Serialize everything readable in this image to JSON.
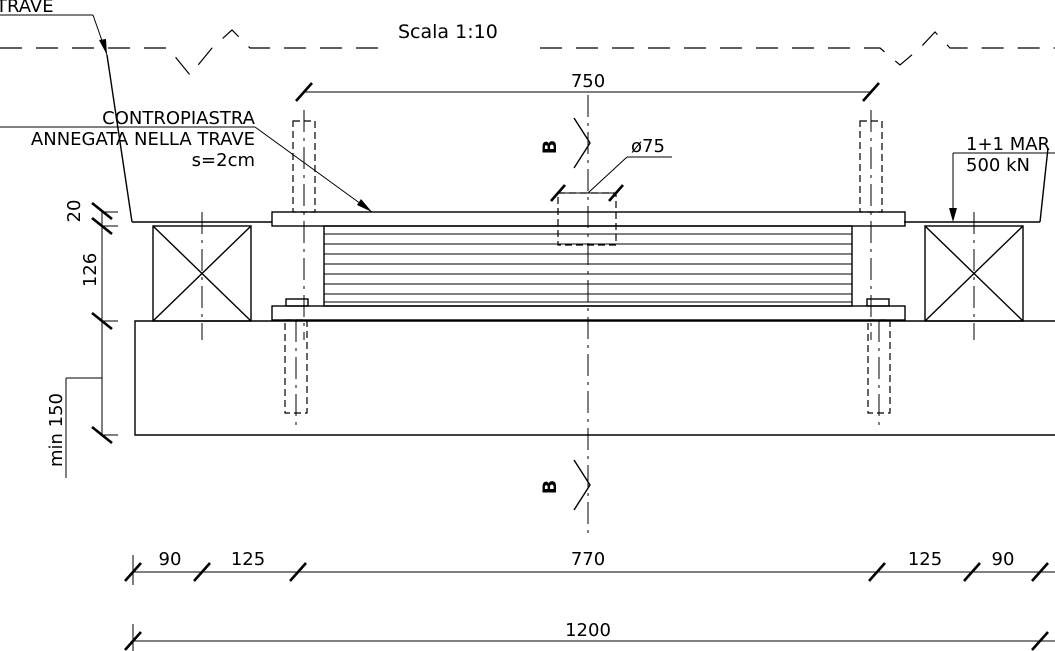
{
  "title": "Scala 1:10",
  "labels": {
    "trave": "TRAVE",
    "contropiastra_line1": "CONTROPIASTRA",
    "contropiastra_line2": "ANNEGATA NELLA TRAVE",
    "contropiastra_line3": "s=2cm",
    "jack_line1": "1+1 MAR",
    "jack_line2": "500 kN",
    "diameter": "ø75",
    "section_top": "B",
    "section_bottom": "B"
  },
  "dimensions": {
    "top_span": "750",
    "vertical": [
      "20",
      "126",
      "min 150"
    ],
    "bottom_row": [
      "90",
      "125",
      "770",
      "125",
      "90"
    ],
    "overall": "1200"
  }
}
